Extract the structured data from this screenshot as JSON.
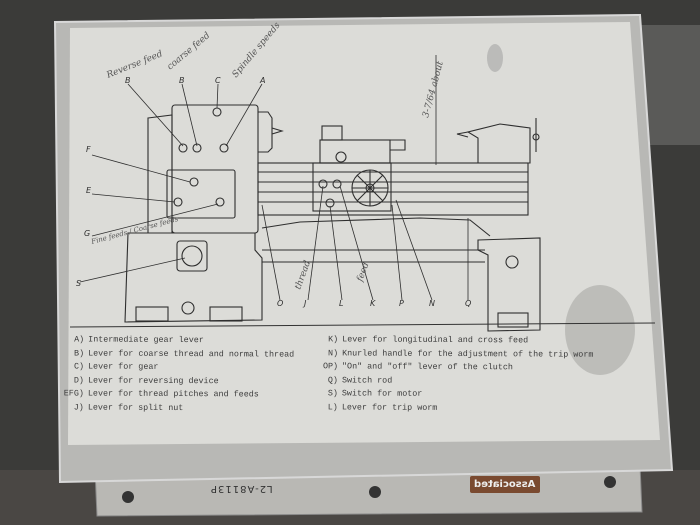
{
  "document": {
    "diagram_labels": {
      "top": [
        "B",
        "B",
        "C",
        "A"
      ],
      "left": [
        "F",
        "E",
        "G",
        "S"
      ],
      "bottom": [
        "O",
        "J",
        "L",
        "K",
        "P",
        "N",
        "Q"
      ]
    },
    "handwritten_notes": {
      "reverse_feed": "Reverse feed",
      "coarse_feed": "coarse feed",
      "spindle_speeds": "Spindle speeds",
      "dimension": "3-7/64 about",
      "fine_coarse_feeds": "Fine feeds / Coarse feeds",
      "thread": "thread",
      "feed": "feed"
    },
    "legend_left": [
      {
        "key": "A)",
        "text": "Intermediate gear lever"
      },
      {
        "key": "B)",
        "text": "Lever for coarse thread and normal thread"
      },
      {
        "key": "C)",
        "text": "Lever for gear"
      },
      {
        "key": "D)",
        "text": "Lever for reversing device"
      },
      {
        "key": "EFG)",
        "text": "Lever for thread pitches and feeds"
      },
      {
        "key": "J)",
        "text": "Lever for split nut"
      }
    ],
    "legend_right": [
      {
        "key": "K)",
        "text": "Lever for longitudinal and cross feed"
      },
      {
        "key": "N)",
        "text": "Knurled handle for the adjustment of the trip worm"
      },
      {
        "key": "OP)",
        "text": "\"On\" and \"off\" lever of the clutch"
      },
      {
        "key": "Q)",
        "text": "Switch rod"
      },
      {
        "key": "S)",
        "text": "Switch for motor"
      },
      {
        "key": "L)",
        "text": "Lever for trip worm"
      }
    ]
  },
  "plate": {
    "model_text": "L2-A8113P",
    "badge": "Associated"
  },
  "colors": {
    "paper": "#dcdcd8",
    "ink": "#2e2e2e",
    "background": "#3a3a38",
    "badge": "#7a4a30"
  }
}
